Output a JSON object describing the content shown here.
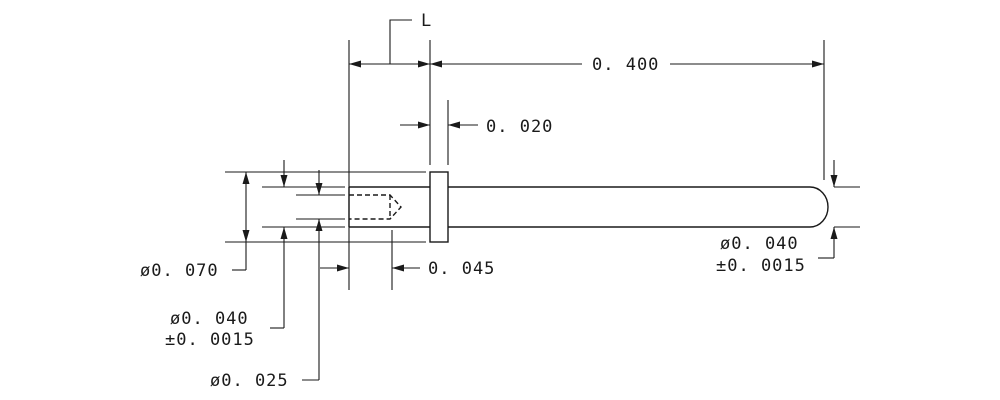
{
  "drawing": {
    "labels": {
      "length_ref": "L",
      "overall_length": "0. 400",
      "collar_width": "0. 020",
      "socket_depth": "0. 045",
      "collar_dia": "ø0. 070",
      "socket_od": "ø0. 040",
      "socket_od_tol": "±0. 0015",
      "hole_dia": "ø0. 025",
      "pin_dia": "ø0. 040",
      "pin_dia_tol": "±0. 0015"
    }
  }
}
